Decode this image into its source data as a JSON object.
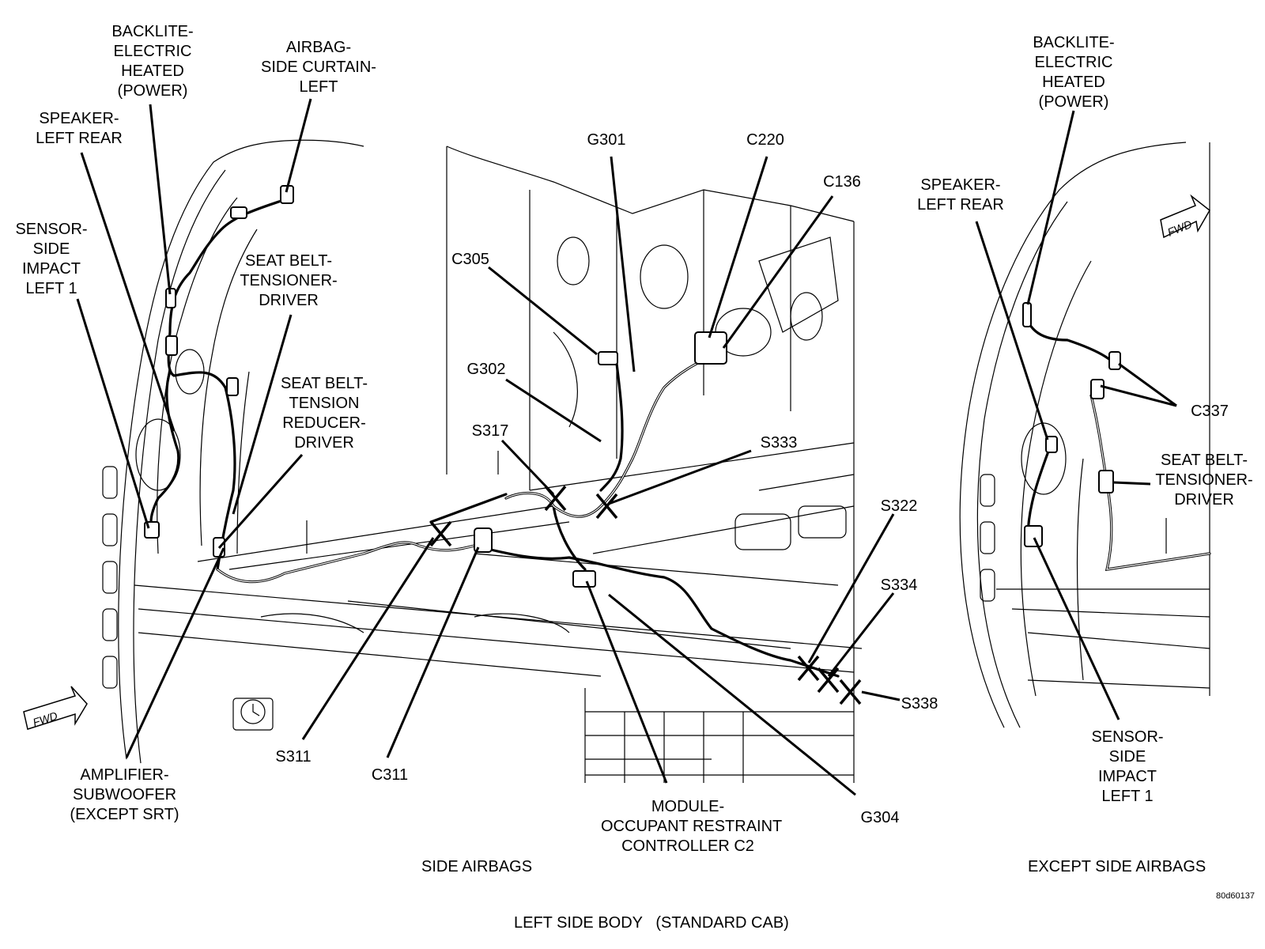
{
  "diagram_title": "LEFT SIDE BODY   (STANDARD CAB)",
  "figure_code": "80d60137",
  "views": {
    "side_airbags": "SIDE AIRBAGS",
    "except_side_airbags": "EXCEPT SIDE AIRBAGS"
  },
  "fwd_arrow_text": "FWD",
  "labels": {
    "backlite_left": "BACKLITE-\nELECTRIC\nHEATED\n(POWER)",
    "airbag_curtain": "AIRBAG-\nSIDE CURTAIN-\nLEFT",
    "speaker_left": "SPEAKER-\nLEFT REAR",
    "sensor_left": "SENSOR-\nSIDE\nIMPACT\nLEFT 1",
    "tensioner_left": "SEAT BELT-\nTENSIONER-\nDRIVER",
    "reducer": "SEAT BELT-\nTENSION\nREDUCER-\nDRIVER",
    "amplifier": "AMPLIFIER-\nSUBWOOFER\n(EXCEPT SRT)",
    "s311": "S311",
    "c311": "C311",
    "g301": "G301",
    "c220": "C220",
    "c136": "C136",
    "c305": "C305",
    "g302": "G302",
    "s317": "S317",
    "s333": "S333",
    "s322": "S322",
    "s334": "S334",
    "s338": "S338",
    "module": "MODULE-\nOCCUPANT RESTRAINT\nCONTROLLER C2",
    "g304": "G304",
    "backlite_right": "BACKLITE-\nELECTRIC\nHEATED\n(POWER)",
    "speaker_right": "SPEAKER-\nLEFT REAR",
    "c337": "C337",
    "tensioner_right": "SEAT BELT-\nTENSIONER-\nDRIVER",
    "sensor_right": "SENSOR-\nSIDE\nIMPACT\nLEFT 1"
  }
}
